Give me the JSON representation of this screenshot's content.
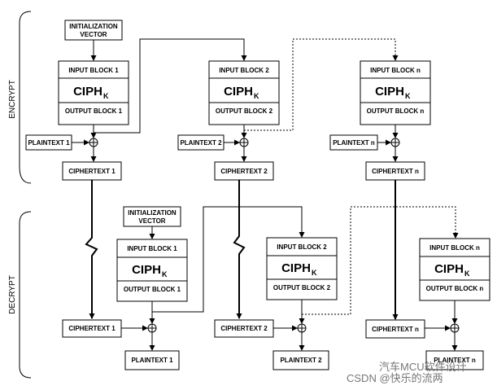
{
  "side_labels": {
    "encrypt": "ENCRYPT",
    "decrypt": "DECRYPT"
  },
  "iv_line1": "INITIALIZATION",
  "iv_line2": "VECTOR",
  "ciph_main": "CIPH",
  "ciph_sub": "K",
  "encrypt": {
    "input_blocks": [
      "INPUT BLOCK 1",
      "INPUT BLOCK 2",
      "INPUT BLOCK n"
    ],
    "output_blocks": [
      "OUTPUT BLOCK 1",
      "OUTPUT BLOCK 2",
      "OUTPUT BLOCK n"
    ],
    "plaintexts": [
      "PLAINTEXT 1",
      "PLAINTEXT 2",
      "PLAINTEXT n"
    ],
    "ciphertexts": [
      "CIPHERTEXT 1",
      "CIPHERTEXT 2",
      "CIPHERTEXT n"
    ]
  },
  "decrypt": {
    "input_blocks": [
      "INPUT BLOCK 1",
      "INPUT BLOCK 2",
      "INPUT BLOCK n"
    ],
    "output_blocks": [
      "OUTPUT BLOCK 1",
      "OUTPUT BLOCK 2",
      "OUTPUT BLOCK n"
    ],
    "ciphertexts": [
      "CIPHERTEXT 1",
      "CIPHERTEXT 2",
      "CIPHERTEXT n"
    ],
    "plaintexts": [
      "PLAINTEXT 1",
      "PLAINTEXT 2",
      "PLAINTEXT n"
    ]
  },
  "watermark": {
    "line1": "汽车MCU软件设计",
    "line2": "CSDN @快乐的流两"
  }
}
